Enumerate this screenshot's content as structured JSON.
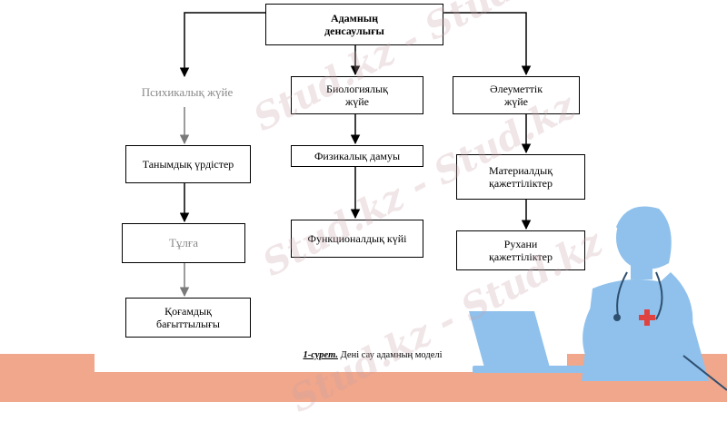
{
  "diagram": {
    "root": {
      "label": "Адамның\nденсаулығы"
    },
    "systems": [
      {
        "label": "Психикалық жүйе"
      },
      {
        "label": "Биологиялық\nжүйе"
      },
      {
        "label": "Әлеуметтік\nжүйе"
      }
    ],
    "psychic_chain": [
      {
        "label": "Танымдық үрдістер"
      },
      {
        "label": "Тұлға"
      },
      {
        "label": "Қоғамдық\nбағыттылығы"
      }
    ],
    "bio_chain": [
      {
        "label": "Физикалық  дамуы"
      },
      {
        "label": "Функционалдық күйі"
      }
    ],
    "social_chain": [
      {
        "label": "Материалдық\nқажеттіліктер"
      },
      {
        "label": "Рухани\nқажеттіліктер"
      }
    ]
  },
  "caption": {
    "number": "1-сурет.",
    "text": " Дені сау адамның моделі"
  },
  "watermark": {
    "text": "Stud.kz - Stud.kz"
  },
  "colors": {
    "floor": "#f0a78b",
    "figure": "#8fc1ec",
    "watermark": "#c8a0aa"
  }
}
